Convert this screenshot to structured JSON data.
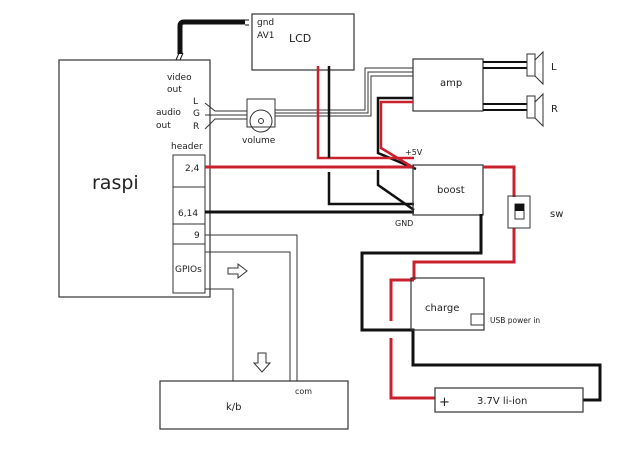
{
  "colors": {
    "red": "#c8202c",
    "black": "#111111",
    "thin": "#333333"
  },
  "components": {
    "raspi": {
      "label": "raspi"
    },
    "lcd": {
      "label": "LCD",
      "pins": [
        "gnd",
        "AV1"
      ]
    },
    "amp": {
      "label": "amp"
    },
    "boost": {
      "label": "boost",
      "plus": "+5V",
      "gnd": "GND"
    },
    "switch": {
      "label": "sw"
    },
    "charge": {
      "label": "charge",
      "usb": "USB power in"
    },
    "battery": {
      "label": "3.7V li-ion",
      "plus": "+"
    },
    "keyboard": {
      "label": "k/b",
      "com": "com"
    },
    "volume": {
      "label": "volume"
    },
    "speakers": {
      "left": "L",
      "right": "R"
    }
  },
  "raspi_labels": {
    "video": [
      "video",
      "out"
    ],
    "audio": [
      "audio",
      "out"
    ],
    "audio_pins": [
      "L",
      "G",
      "R"
    ],
    "header": "header",
    "pins": [
      "2,4",
      "6,14",
      "9",
      "GPIOs"
    ]
  }
}
